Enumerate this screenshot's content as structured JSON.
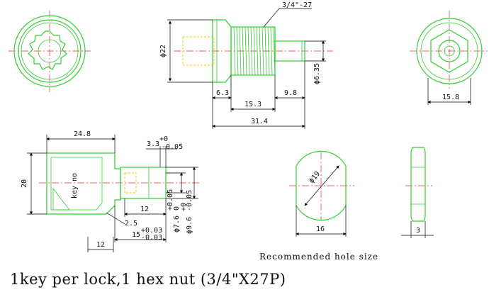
{
  "drawing": {
    "caption_bottom": "1key per lock,1 hex nut (3/4\"X27P)",
    "hole_caption": "Recommended hole size",
    "colors": {
      "part_outline": "#33cc33",
      "hidden_line": "#e6d200",
      "centerline": "#e03030",
      "dimension": "#000000"
    }
  },
  "side_view": {
    "thread": "3/4\"-27",
    "dia_body": "ϕ22",
    "dia_pin": "ϕ6.35",
    "dim_6_3": "6.3",
    "dim_9_8": "9.8",
    "dim_15_3": "15.3",
    "dim_31_4": "31.4"
  },
  "right_view": {
    "dim_15_8": "15.8"
  },
  "key_view": {
    "dim_24_8": "24.8",
    "dim_20": "20",
    "key_text": "key no",
    "dim_3_3": "3.3",
    "tol_3_3_plus": "+0",
    "tol_3_3_minus": "-0.05",
    "dim_12_a": "12",
    "dim_12_b": "12",
    "dim_15": "15",
    "tol_15_plus": "+0.03",
    "tol_15_minus": "-0.03",
    "dim_7_6": "ϕ7.6",
    "tol_7_6_plus": "+0.05",
    "tol_7_6_minus": "0",
    "dim_9_6": "ϕ9.6",
    "tol_9_6_plus": "+0",
    "tol_9_6_minus": "-0.05",
    "small_label": "2.5"
  },
  "hole_view": {
    "dia": "ϕ19",
    "width": "16"
  },
  "nut_view": {
    "thickness": "3"
  }
}
